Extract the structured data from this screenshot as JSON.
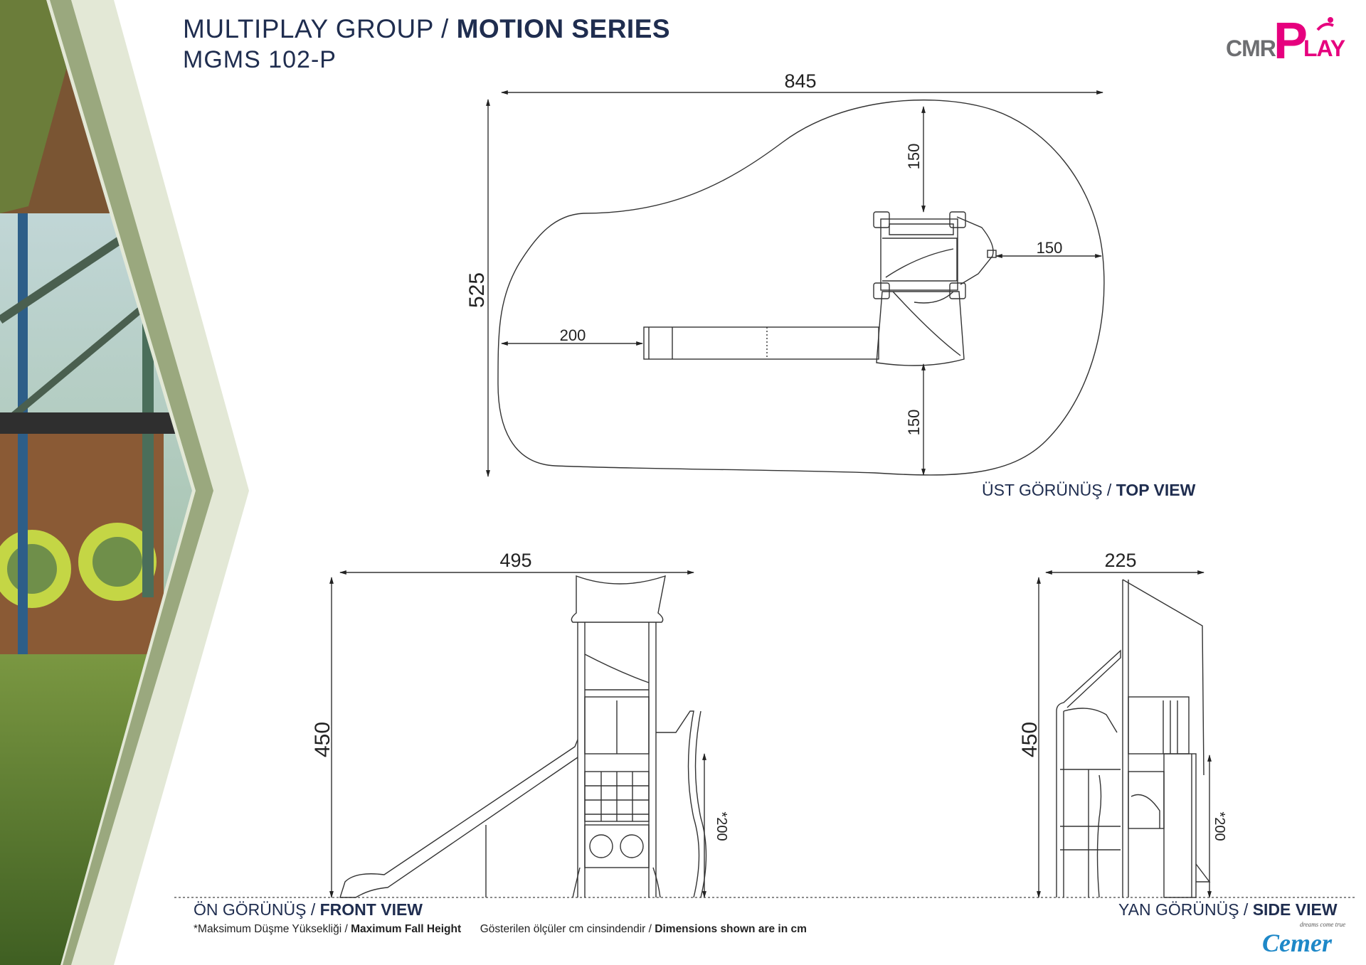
{
  "header": {
    "group": "MULTIPLAY GROUP /",
    "series": "MOTION SERIES",
    "model": "MGMS 102-P"
  },
  "logo": {
    "cmr": "CMR",
    "p": "P",
    "lay": "LAY",
    "cemer": "Cemer",
    "tagline": "dreams come true",
    "brand_color": "#e6007e",
    "gray_color": "#6d6e71"
  },
  "top_view": {
    "label_tr": "ÜST GÖRÜNÜŞ /",
    "label_en": "TOP VIEW",
    "dim_width": "845",
    "dim_depth": "525",
    "dim_top": "150",
    "dim_right": "150",
    "dim_bottom": "150",
    "dim_left": "200"
  },
  "front_view": {
    "label_tr": "ÖN GÖRÜNÜŞ /",
    "label_en": "FRONT VIEW",
    "dim_width": "495",
    "dim_height": "450",
    "dim_fall": "*200"
  },
  "side_view": {
    "label_tr": "YAN GÖRÜNÜŞ /",
    "label_en": "SIDE VIEW",
    "dim_width": "225",
    "dim_height": "450",
    "dim_fall": "*200"
  },
  "footer": {
    "fall_tr": "*Maksimum Düşme Yüksekliği /",
    "fall_en": "Maximum Fall Height",
    "units_tr": "Gösterilen ölçüler cm cinsindendir /",
    "units_en": "Dimensions shown are in cm"
  },
  "colors": {
    "title": "#1f2d4f",
    "chevron_outer": "#e3e8d6",
    "chevron_inner": "#9aa87e"
  }
}
